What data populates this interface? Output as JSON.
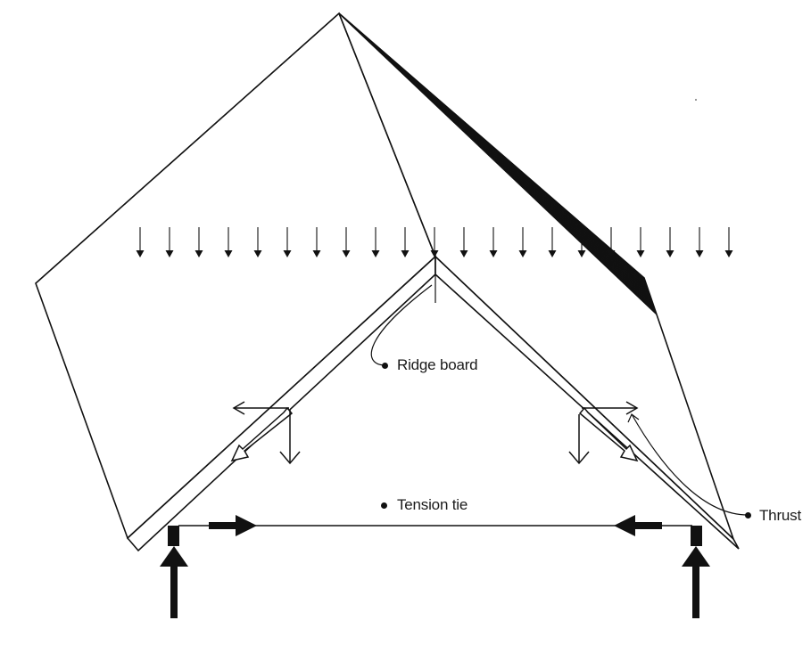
{
  "labels": {
    "ridge_board": "Ridge board",
    "tension_tie": "Tension tie",
    "thrust": "Thrust"
  },
  "colors": {
    "ink": "#111111",
    "background": "#ffffff"
  },
  "load": {
    "arrow_count": 21
  }
}
